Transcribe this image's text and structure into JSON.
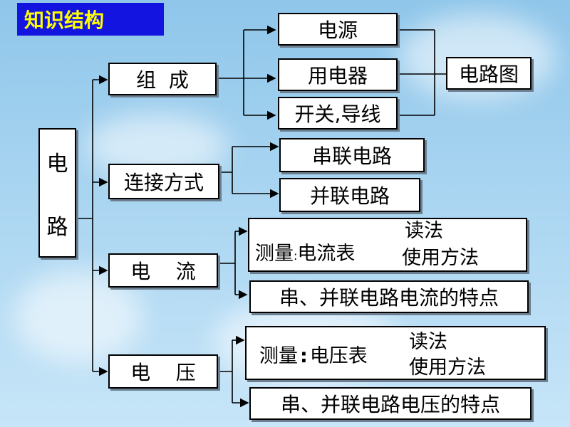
{
  "title": "知识结构",
  "root": {
    "char1": "电",
    "char2": "路"
  },
  "nodes": {
    "composition": "组  成",
    "connection": "连接方式",
    "current": "电    流",
    "voltage": "电    压"
  },
  "composition_items": {
    "power": "电源",
    "appliance": "用电器",
    "switch_wire": "开关,导线",
    "circuit_diagram": "电路图"
  },
  "connection_items": {
    "series": "串联电路",
    "parallel": "并联电路"
  },
  "current_items": {
    "measure_prefix": "测量",
    "measure_colon": ":",
    "ammeter": "电流表",
    "reading": "读法",
    "usage": "使用方法",
    "features": "串、并联电路电流的特点"
  },
  "voltage_items": {
    "measure_prefix": "测量",
    "measure_colon": ":",
    "voltmeter": "电压表",
    "reading": "读法",
    "usage": "使用方法",
    "features": "串、并联电路电压的特点"
  }
}
